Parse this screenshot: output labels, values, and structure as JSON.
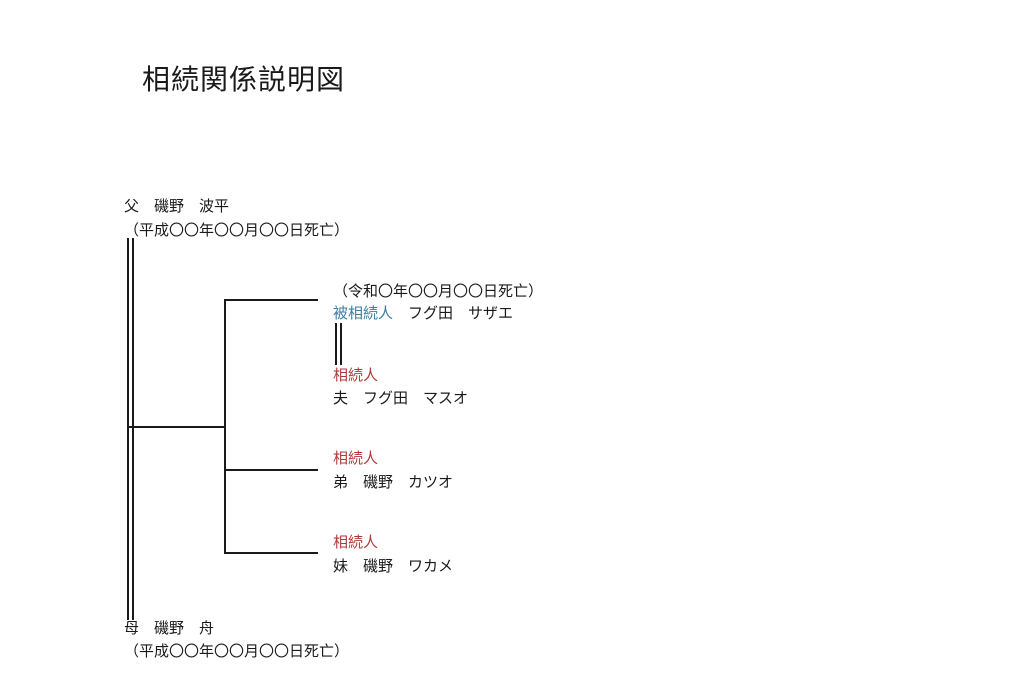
{
  "title": "相続関係説明図",
  "colors": {
    "decedent_label": "#3a7fa0",
    "heir_label": "#b03a3a",
    "text": "#1a1a1a",
    "line": "#1a1a1a"
  },
  "father": {
    "line": "父　磯野　波平",
    "death": "（平成〇〇年〇〇月〇〇日死亡）"
  },
  "mother": {
    "line": "母　磯野　舟",
    "death": "（平成〇〇年〇〇月〇〇日死亡）"
  },
  "decedent": {
    "death": "（令和〇年〇〇月〇〇日死亡）",
    "role": "被相続人",
    "name": "　フグ田　サザエ"
  },
  "spouse": {
    "role": "相続人",
    "line": "夫　フグ田　マスオ"
  },
  "brother": {
    "role": "相続人",
    "line": "弟　磯野　カツオ"
  },
  "sister": {
    "role": "相続人",
    "line": "妹　磯野　ワカメ"
  }
}
